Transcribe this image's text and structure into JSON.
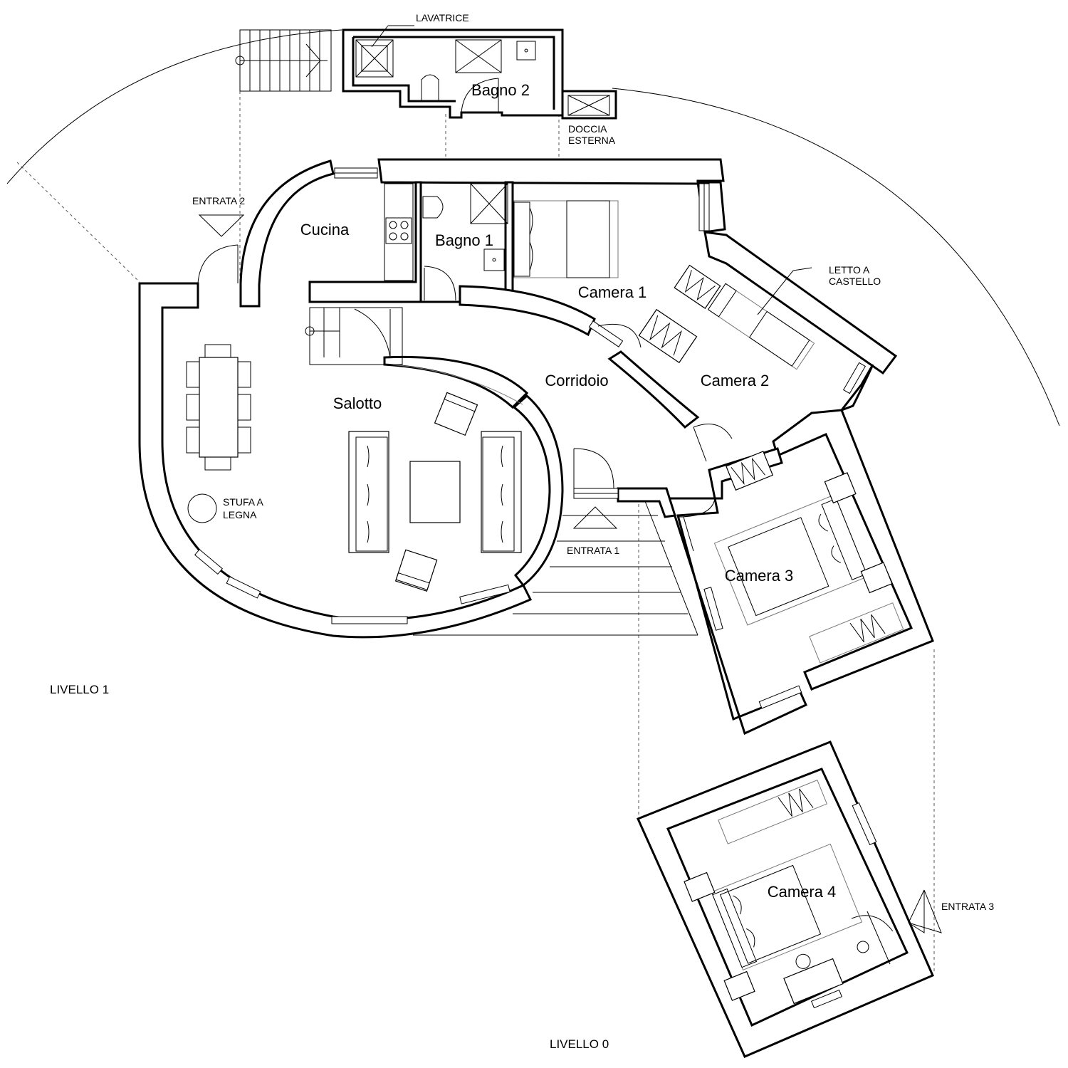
{
  "rooms": {
    "cucina": "Cucina",
    "bagno1": "Bagno 1",
    "bagno2": "Bagno 2",
    "camera1": "Camera 1",
    "camera2": "Camera 2",
    "camera3": "Camera 3",
    "camera4": "Camera 4",
    "salotto": "Salotto",
    "corridoio": "Corridoio"
  },
  "notes": {
    "lavatrice": "LAVATRICE",
    "doccia_1": "DOCCIA",
    "doccia_2": "ESTERNA",
    "letto_1": "LETTO A",
    "letto_2": "CASTELLO",
    "stufa_1": "STUFA A",
    "stufa_2": "LEGNA",
    "entrata1": "ENTRATA 1",
    "entrata2": "ENTRATA 2",
    "entrata3": "ENTRATA 3"
  },
  "levels": {
    "level1": "LIVELLO 1",
    "level0": "LIVELLO 0"
  }
}
